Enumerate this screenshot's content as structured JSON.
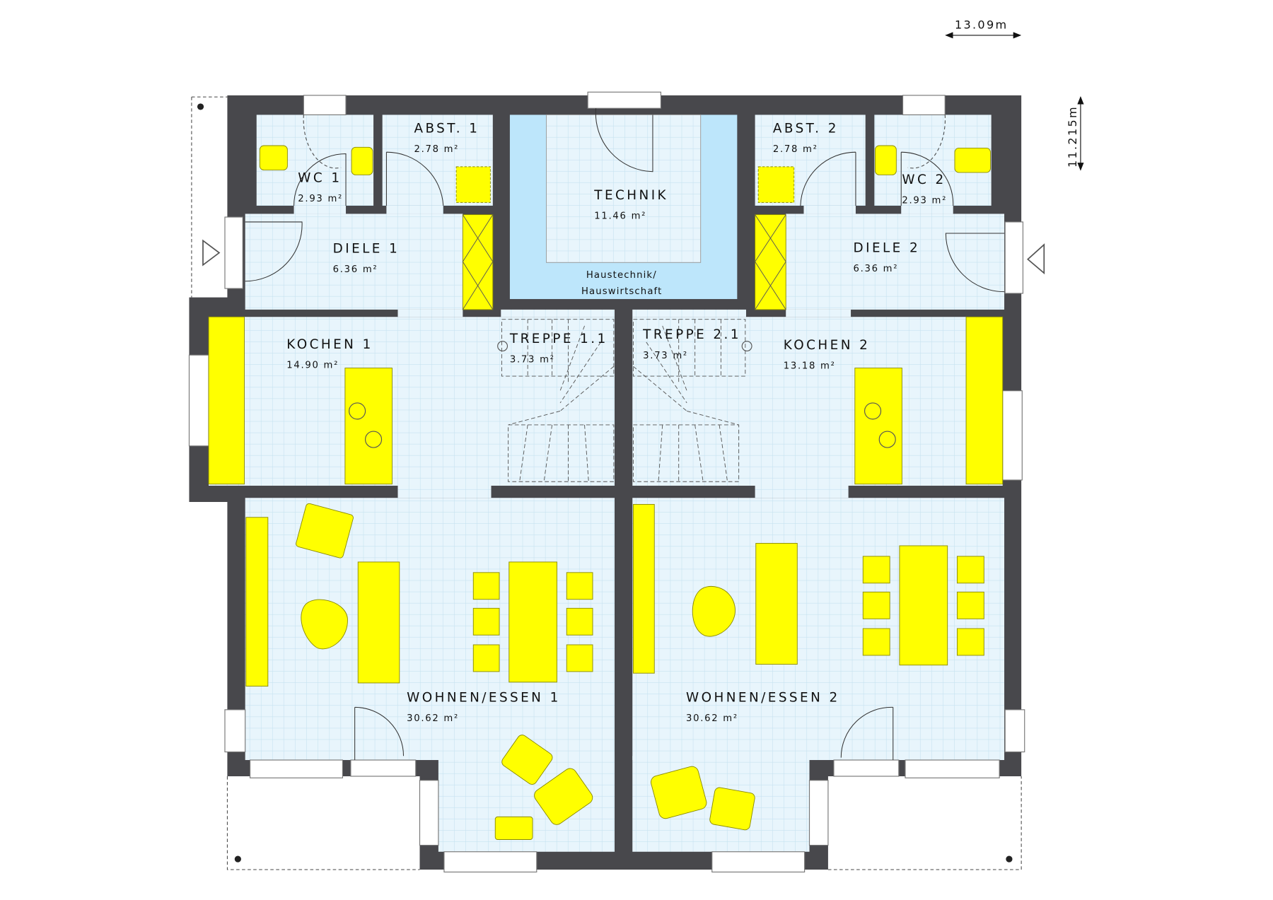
{
  "dimensions": {
    "width": "13.09m",
    "depth": "11.215m"
  },
  "rooms": [
    {
      "name": "WC 1",
      "area": "2.93 m²"
    },
    {
      "name": "ABST. 1",
      "area": "2.78 m²"
    },
    {
      "name": "TECHNIK",
      "area": "11.46 m²"
    },
    {
      "name": "ABST. 2",
      "area": "2.78 m²"
    },
    {
      "name": "WC 2",
      "area": "2.93 m²"
    },
    {
      "name": "DIELE 1",
      "area": "6.36 m²"
    },
    {
      "name": "DIELE 2",
      "area": "6.36 m²"
    },
    {
      "name": "KOCHEN 1",
      "area": "14.90 m²"
    },
    {
      "name": "TREPPE 1.1",
      "area": "3.73 m²"
    },
    {
      "name": "TREPPE 2.1",
      "area": "3.73 m²"
    },
    {
      "name": "KOCHEN 2",
      "area": "13.18 m²"
    },
    {
      "name": "WOHNEN/ESSEN 1",
      "area": "30.62 m²"
    },
    {
      "name": "WOHNEN/ESSEN 2",
      "area": "30.62 m²"
    }
  ],
  "technik_note": {
    "line1": "Haustechnik/",
    "line2": "Hauswirtschaft"
  },
  "colors": {
    "wall": "#48484c",
    "floor": "#e6f4fb",
    "technik": "#bde6fb",
    "furniture": "#ffff00"
  }
}
